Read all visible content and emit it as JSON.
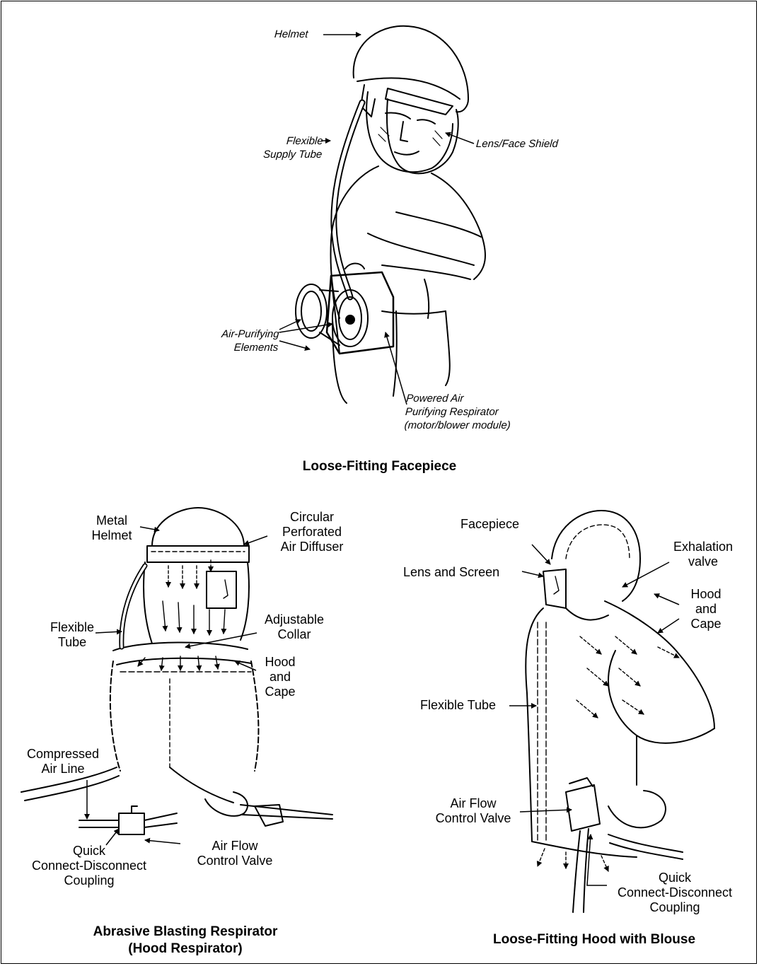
{
  "panels": {
    "top": {
      "caption": "Loose-Fitting Facepiece",
      "labels": {
        "helmet": "Helmet",
        "supply_tube": [
          "Flexible",
          "Supply Tube"
        ],
        "lens_face_shield": "Lens/Face Shield",
        "air_purifying_elements": [
          "Air-Purifying",
          "Elements"
        ],
        "papr": [
          "Powered Air",
          "Purifying Respirator",
          "(motor/blower module)"
        ]
      }
    },
    "bottom_left": {
      "caption": [
        "Abrasive Blasting Respirator",
        "(Hood Respirator)"
      ],
      "labels": {
        "metal_helmet": [
          "Metal",
          "Helmet"
        ],
        "air_diffuser": [
          "Circular",
          "Perforated",
          "Air Diffuser"
        ],
        "adjustable_collar": [
          "Adjustable",
          "Collar"
        ],
        "flexible_tube": [
          "Flexible",
          "Tube"
        ],
        "hood_and_cape": [
          "Hood",
          "and",
          "Cape"
        ],
        "compressed_air_line": [
          "Compressed",
          "Air Line"
        ],
        "quick_connect": [
          "Quick",
          "Connect-Disconnect",
          "Coupling"
        ],
        "air_flow_valve": [
          "Air Flow",
          "Control Valve"
        ]
      }
    },
    "bottom_right": {
      "caption": "Loose-Fitting Hood with Blouse",
      "labels": {
        "facepiece": "Facepiece",
        "lens_and_screen": "Lens and Screen",
        "exhalation_valve": [
          "Exhalation",
          "valve"
        ],
        "hood_and_cape": [
          "Hood",
          "and",
          "Cape"
        ],
        "flexible_tube": "Flexible Tube",
        "air_flow_valve": [
          "Air Flow",
          "Control Valve"
        ],
        "quick_connect": [
          "Quick",
          "Connect-Disconnect",
          "Coupling"
        ]
      }
    }
  }
}
